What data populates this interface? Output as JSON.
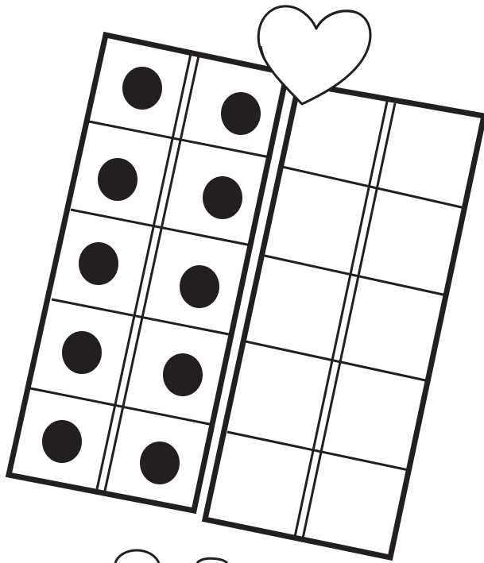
{
  "worksheet": {
    "colors": {
      "ink": "#231f20",
      "paper": "#ffffff"
    },
    "ten_frames": [
      {
        "name": "left-ten-frame",
        "rows": 5,
        "columns": 2,
        "filled_count": 10,
        "counter_type": "black-dot"
      },
      {
        "name": "right-ten-frame",
        "rows": 5,
        "columns": 2,
        "filled_count": 0,
        "counter_type": "none"
      }
    ],
    "total_counters_shown": 10,
    "decorations": [
      {
        "icon": "heart-outline-icon"
      },
      {
        "icon": "heart-outline-icon",
        "partially_visible": true
      }
    ]
  }
}
